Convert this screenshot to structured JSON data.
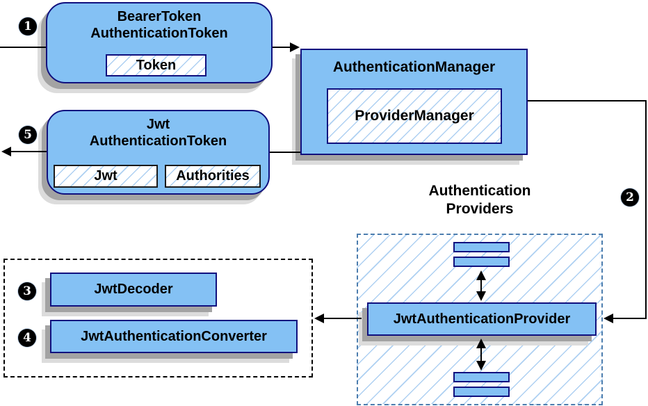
{
  "theme": {
    "background": "#ffffff",
    "node_fill": "#84c1f4",
    "node_edge": "#10107e",
    "hatch_line": "#aed0f2",
    "arrow": "#000000",
    "providers_dashed_edge": "#4c7dae",
    "decoder_dashed_edge": "#000000",
    "badge_bg": "#000000",
    "badge_fg": "#ffffff",
    "shadow": "#a3a3a3"
  },
  "nodes": {
    "bearer_token": {
      "title_line1": "BearerToken",
      "title_line2": "AuthenticationToken",
      "chip": "Token"
    },
    "authentication_manager": {
      "title": "AuthenticationManager",
      "chip": "ProviderManager"
    },
    "jwt_authentication_token": {
      "title_line1": "Jwt",
      "title_line2": "AuthenticationToken",
      "chip_jwt": "Jwt",
      "chip_authorities": "Authorities"
    },
    "providers_group": {
      "title_line1": "Authentication",
      "title_line2": "Providers",
      "provider": "JwtAuthenticationProvider"
    },
    "decoder_group": {
      "decoder": "JwtDecoder",
      "converter": "JwtAuthenticationConverter"
    }
  },
  "steps": {
    "one": "1",
    "two": "2",
    "three": "3",
    "four": "4",
    "five": "5"
  }
}
